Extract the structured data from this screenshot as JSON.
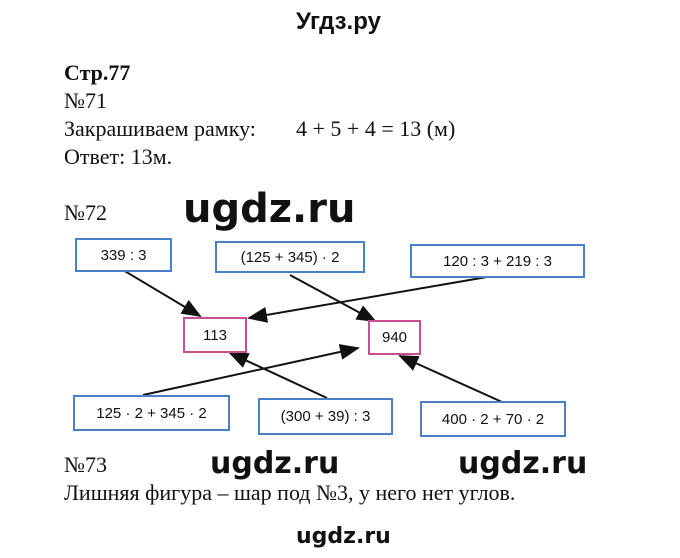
{
  "header": {
    "site": "Угдз.ру"
  },
  "page": "Стр.77",
  "ex71": {
    "num": "№71",
    "line": "Закрашиваем рамку:",
    "expr": "4 + 5 + 4 = 13 (м)",
    "answer": "Ответ: 13м."
  },
  "ex72": {
    "num": "№72",
    "top": [
      "339 : 3",
      "(125 + 345) · 2",
      "120 : 3 + 219 : 3"
    ],
    "results": [
      "113",
      "940"
    ],
    "bottom": [
      "125 · 2 + 345 · 2",
      "(300 + 39) : 3",
      "400 · 2 + 70 · 2"
    ]
  },
  "ex73": {
    "num": "№73",
    "text": "Лишняя фигура – шар под №3, у него нет углов."
  },
  "watermarks": [
    "ugdz.ru",
    "ugdz.ru",
    "ugdz.ru",
    "ugdz.ru"
  ]
}
